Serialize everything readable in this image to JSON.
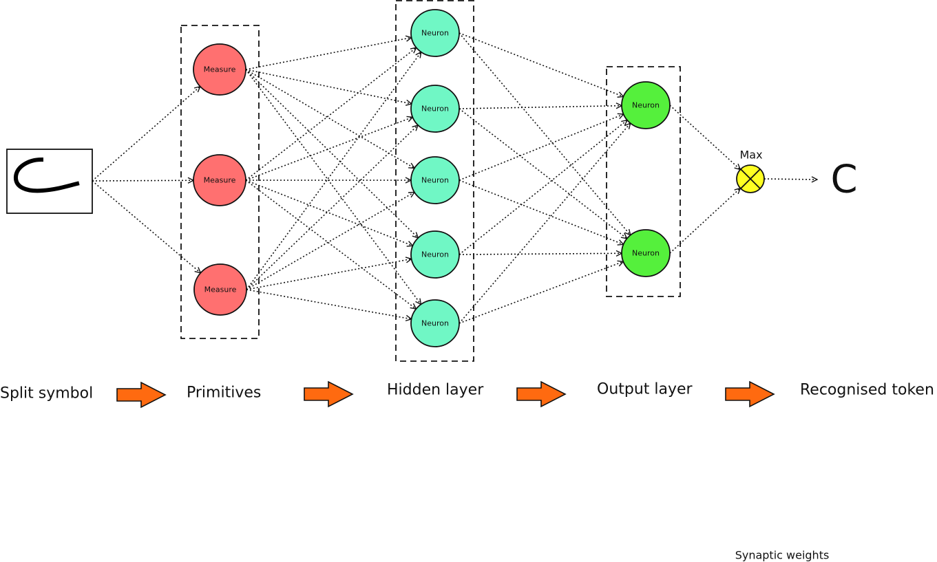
{
  "colors": {
    "measure": "#ff7070",
    "hidden": "#70f7c5",
    "output": "#55f03c",
    "max": "#ffff22",
    "arrow": "#ff6a10"
  },
  "primitives": {
    "label": "Measure",
    "count": 3
  },
  "hidden": {
    "label": "Neuron",
    "count": 5
  },
  "output": {
    "label": "Neuron",
    "count": 2
  },
  "max_label": "Max",
  "result_token": "C",
  "stages": [
    "Split symbol",
    "Primitives",
    "Hidden layer",
    "Output layer",
    "Recognised token"
  ],
  "footer_note": "Synaptic weights"
}
